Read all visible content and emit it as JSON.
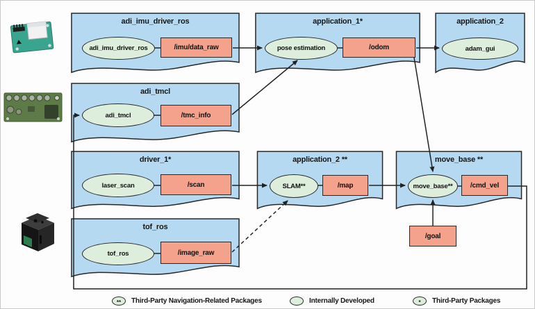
{
  "diagram": {
    "packages": [
      {
        "title": "adi_imu_driver_ros",
        "node": "adi_imu_driver_ros",
        "topic": "/imu/data_raw"
      },
      {
        "title": "application_1*",
        "node": "pose estimation",
        "topic": "/odom"
      },
      {
        "title": "application_2",
        "node": "adam_gui"
      },
      {
        "title": "adi_tmcl",
        "node": "adi_tmcl",
        "topic": "/tmc_info"
      },
      {
        "title": "driver_1*",
        "node": "laser_scan",
        "topic": "/scan"
      },
      {
        "title": "application_2 **",
        "node": "SLAM**",
        "topic": "/map"
      },
      {
        "title": "move_base **",
        "node": "move_base**",
        "topic": "/cmd_vel"
      },
      {
        "title": "tof_ros",
        "node": "tof_ros",
        "topic": "/image_raw"
      }
    ],
    "standalone_topics": [
      {
        "label": "/goal"
      }
    ],
    "legend": [
      {
        "icon": "**",
        "label": "Third-Party Navigation-Related Packages"
      },
      {
        "icon": "",
        "label": "Internally Developed"
      },
      {
        "icon": "*",
        "label": "Third-Party Packages"
      }
    ],
    "colors": {
      "package_fill": "#b5d9f1",
      "node_fill": "#ddeedd",
      "topic_fill": "#f5a28c",
      "stroke": "#272727"
    }
  }
}
